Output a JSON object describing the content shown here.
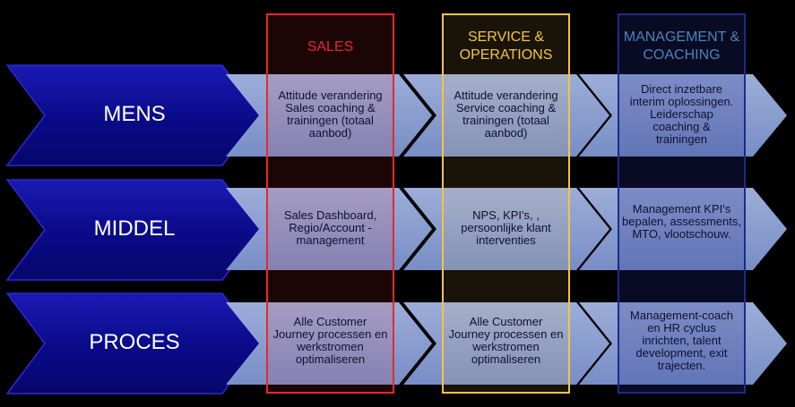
{
  "colors": {
    "background": "#000000",
    "row_chevron_dark": "#0b0b8c",
    "row_chevron_edge": "#1a1ab0",
    "cell_chevron": "#8ea3d8",
    "sales_accent": "#e8282d",
    "service_accent": "#f4c542",
    "management_accent": "#1e2a8c",
    "management_title_text": "#4f81bd"
  },
  "columns": [
    {
      "key": "sales",
      "title": "SALES"
    },
    {
      "key": "service",
      "title": "SERVICE & OPERATIONS"
    },
    {
      "key": "management",
      "title": "MANAGEMENT & COACHING"
    }
  ],
  "rows": [
    {
      "label": "MENS",
      "cells": [
        "Attitude verandering Sales coaching & trainingen (totaal aanbod)",
        "Attitude verandering Service coaching & trainingen (totaal aanbod)",
        "Direct inzetbare interim oplossingen. Leiderschap coaching & trainingen"
      ]
    },
    {
      "label": "MIDDEL",
      "cells": [
        "Sales Dashboard, Regio/Account -management",
        "NPS, KPI's, , persoonlijke klant interventies",
        "Management KPI's bepalen, assessments, MTO, vlootschouw."
      ]
    },
    {
      "label": "PROCES",
      "cells": [
        "Alle Customer Journey processen en werkstromen optimaliseren",
        "Alle Customer Journey processen en werkstromen optimaliseren",
        "Management-coach en HR cyclus inrichten, talent development, exit trajecten."
      ]
    }
  ]
}
